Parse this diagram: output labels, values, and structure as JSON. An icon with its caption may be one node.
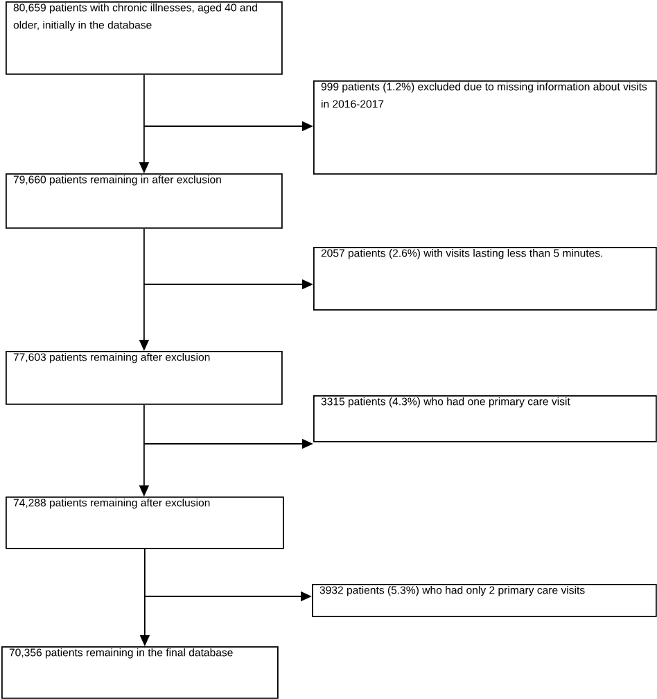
{
  "diagram": {
    "nodes": [
      {
        "text": [
          "80,659 patients with chronic illnesses, aged 40 and older, initially in the database"
        ]
      },
      {
        "text": [
          "999 patients (1.2%) excluded due to missing information about visits in 2016-2017"
        ]
      },
      {
        "text": [
          "79,660 patients remaining in after exclusion"
        ]
      },
      {
        "text": [
          "2057 patients (2.6%) with visits lasting less than 5 minutes."
        ]
      },
      {
        "text": [
          "77,603 patients remaining after exclusion"
        ]
      },
      {
        "text": [
          "3315 patients (4.3%) who had one primary care visit"
        ]
      },
      {
        "text": [
          "74,288 patients remaining after exclusion"
        ]
      },
      {
        "text": [
          "3932 patients (5.3%) who had only 2 primary care visits"
        ]
      },
      {
        "text": [
          "70,356 patients remaining in the final database"
        ]
      }
    ],
    "edges": [
      {
        "from": 0,
        "to": 1,
        "arrow": "to"
      },
      {
        "from": 0,
        "to": 2,
        "arrow": "to"
      },
      {
        "from": 2,
        "to": 3,
        "arrow": "to"
      },
      {
        "from": 2,
        "to": 4,
        "arrow": "to"
      },
      {
        "from": 4,
        "to": 5,
        "arrow": "to"
      },
      {
        "from": 4,
        "to": 6,
        "arrow": "to"
      },
      {
        "from": 6,
        "to": 7,
        "arrow": "to"
      },
      {
        "from": 6,
        "to": 8,
        "arrow": "to"
      }
    ]
  }
}
